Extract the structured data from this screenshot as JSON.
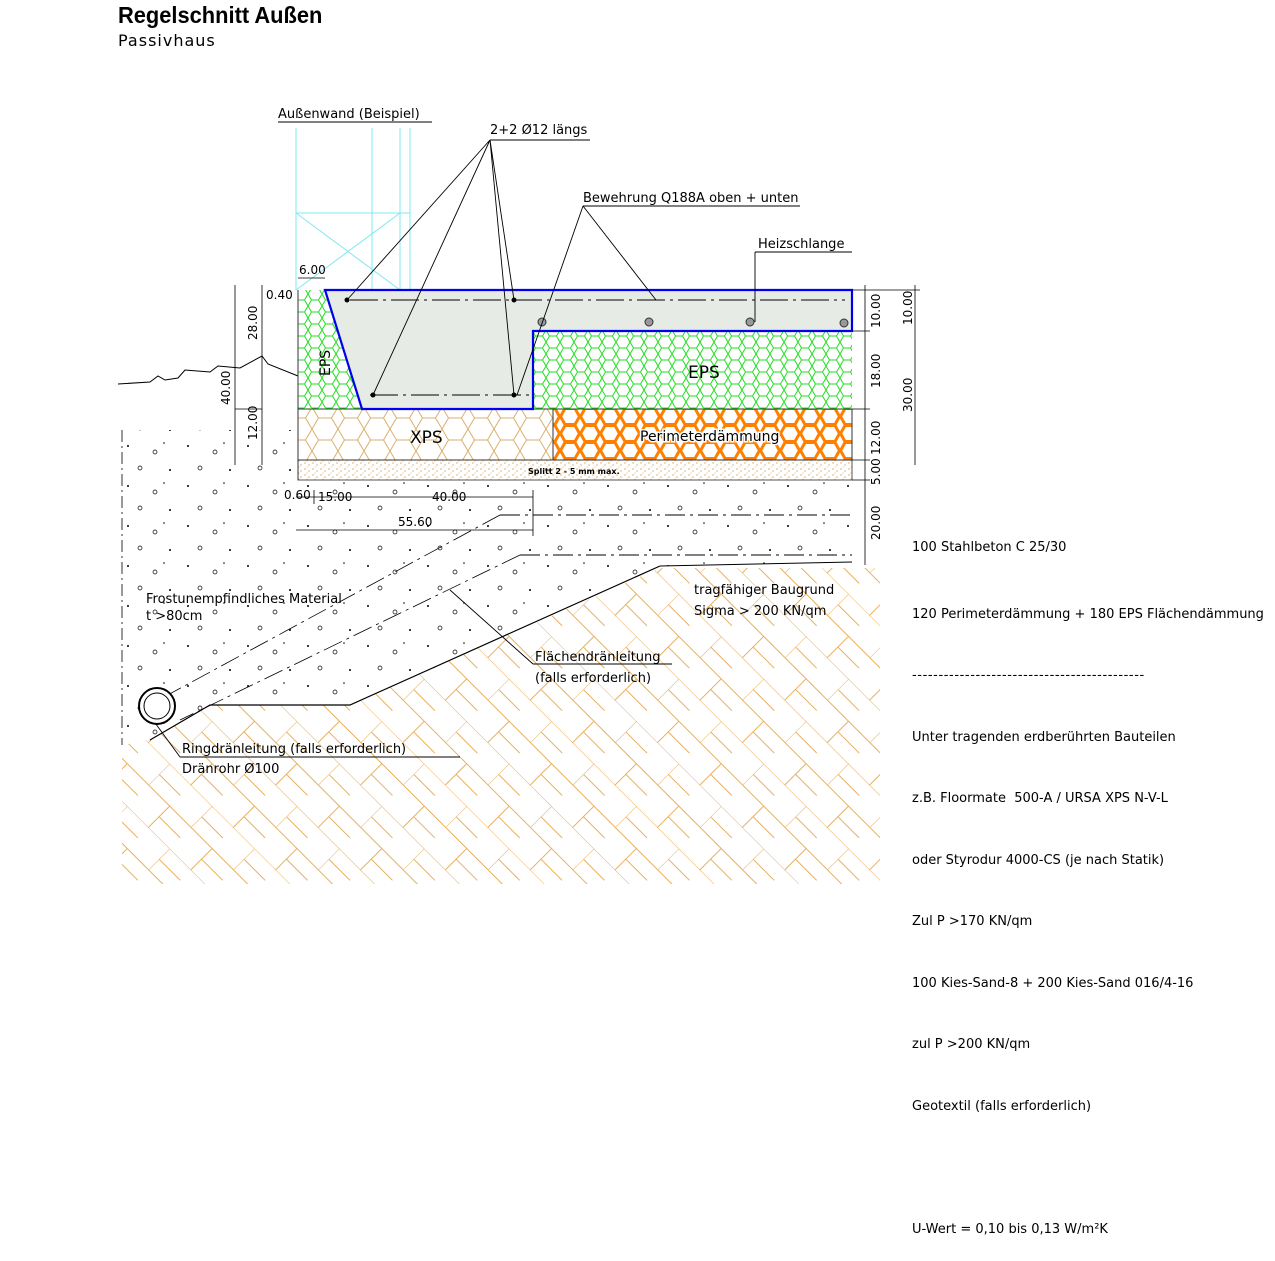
{
  "title": "Regelschnitt Außen",
  "subtitle": "Passivhaus",
  "labels": {
    "wall": "Außenwand (Beispiel)",
    "rebar_long": "2+2 Ø12 längs",
    "mesh": "Bewehrung Q188A oben + unten",
    "heating": "Heizschlange",
    "eps_left": "EPS",
    "eps_right": "EPS",
    "xps": "XPS",
    "perimeter": "Perimeterdämmung",
    "splitt": "Splitt 2 - 5 mm max.",
    "frost_1": "Frostunempfindliches Material",
    "frost_2": "t >80cm",
    "subsoil_1": "tragfähiger Baugrund",
    "subsoil_2": "Sigma > 200 KN/qm",
    "drain_1": "Flächendränleitung",
    "drain_2": "(falls erforderlich)",
    "ring_1": "Ringdränleitung (falls erforderlich)",
    "ring_2": "Dränrohr Ø100"
  },
  "dimensions": {
    "d600": "6.00",
    "d040": "0.40",
    "d2800": "28.00",
    "d4000": "40.00",
    "d1200l": "12.00",
    "r1000a": "10.00",
    "r1000b": "10.00",
    "r1800": "18.00",
    "r3000": "30.00",
    "r1200": "12.00",
    "r500": "5.00",
    "r2000": "20.00",
    "b060": "0.60",
    "b1500": "15.00",
    "b4000": "40.00",
    "b5560": "55.60"
  },
  "notes": [
    "100 Stahlbeton C 25/30",
    "120 Perimeterdämmung + 180 EPS Flächendämmung",
    "--------------------------------------------",
    "Unter tragenden erdberührten Bauteilen",
    "z.B. Floormate  500-A / URSA XPS N-V-L",
    "oder Styrodur 4000-CS (je nach Statik)",
    "Zul P >170 KN/qm",
    "100 Kies-Sand-8 + 200 Kies-Sand 016/4-16",
    "zul P >200 KN/qm",
    "Geotextil (falls erforderlich)",
    "",
    "U-Wert = 0,10 bis 0,13 W/m²K"
  ],
  "colors": {
    "concrete": "#e6ebe6",
    "eps": "#22dd22",
    "perimeter": "#ff8000",
    "xps": "#d9b070",
    "soil": "#e8b060",
    "outline_blue": "#0000ee",
    "wall": "#7fe8f0"
  }
}
